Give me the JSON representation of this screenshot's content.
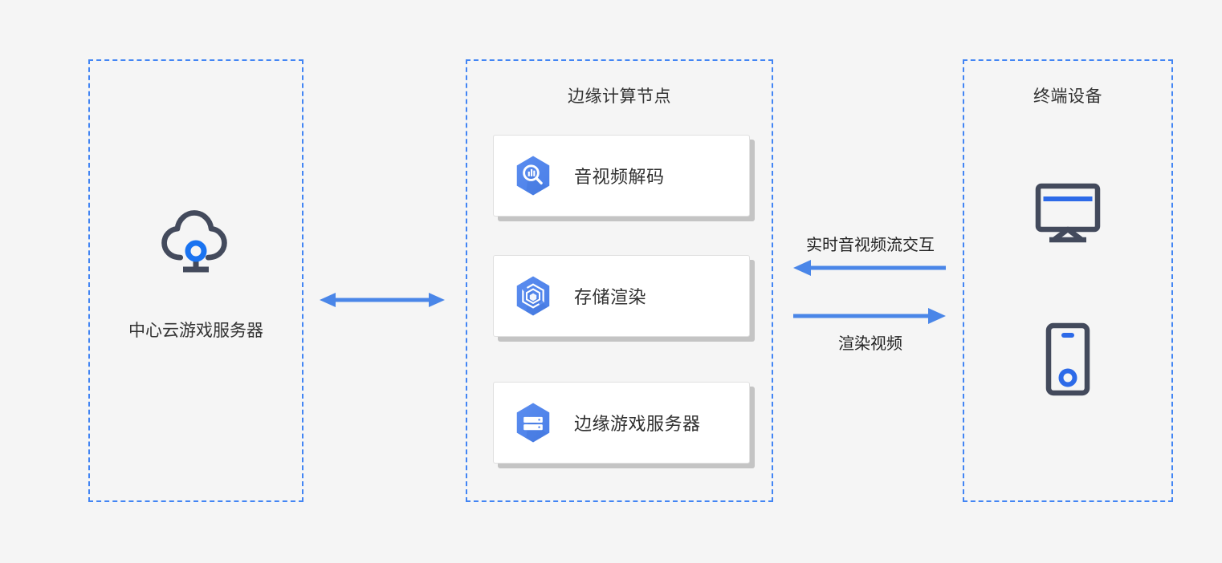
{
  "colors": {
    "background": "#f5f5f5",
    "zone_border": "#4285f4",
    "accent_blue": "#4285f4",
    "hex_blue": "#4e85e8",
    "arrow_blue": "#4a86e8",
    "icon_dark": "#434a5c",
    "card_shadow": "#c4c4c4",
    "text": "#333333"
  },
  "zones": {
    "cloud": {
      "title": "",
      "icon": "cloud-node-icon",
      "label": "中心云游戏服务器"
    },
    "edge": {
      "title": "边缘计算节点",
      "cards": [
        {
          "label": "音视频解码",
          "icon": "media-decode-icon"
        },
        {
          "label": "存储渲染",
          "icon": "storage-render-icon"
        },
        {
          "label": "边缘游戏服务器",
          "icon": "edge-game-server-icon"
        }
      ]
    },
    "device": {
      "title": "终端设备",
      "icons": [
        {
          "name": "monitor-icon"
        },
        {
          "name": "smartphone-icon"
        }
      ]
    }
  },
  "connections": {
    "cloud_to_edge": {
      "direction": "bidirectional",
      "label": ""
    },
    "edge_to_device": {
      "inbound_label": "实时音视频流交互",
      "outbound_label": "渲染视频"
    }
  }
}
